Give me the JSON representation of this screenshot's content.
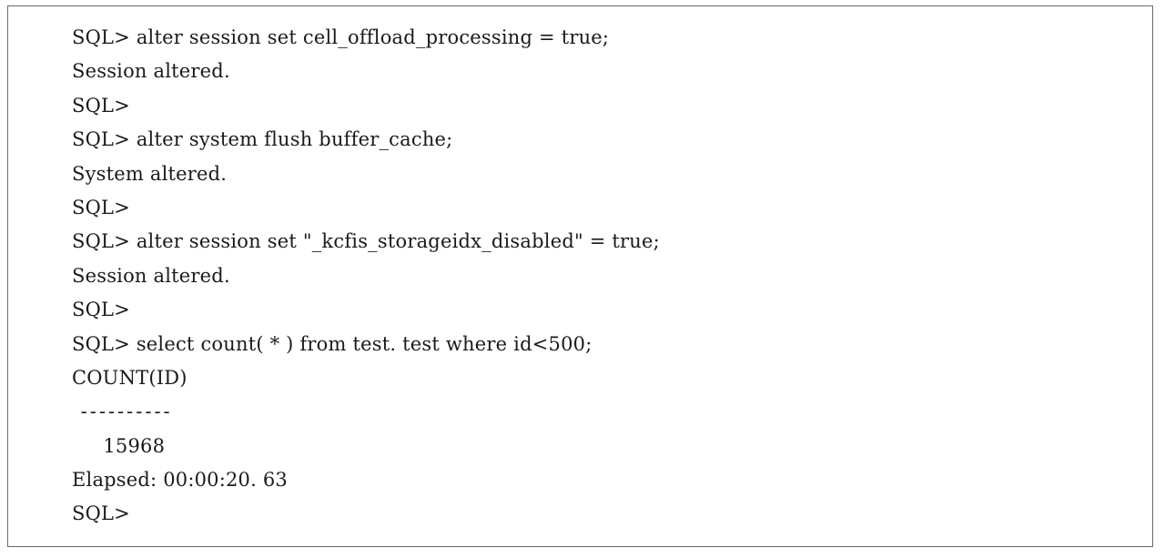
{
  "lines": [
    "SQL> alter session set cell_offload_processing = true;",
    "Session altered.",
    "SQL>",
    "SQL> alter system flush buffer_cache;",
    "System altered.",
    "SQL>",
    "SQL> alter session set \"_kcfis_storageidx_disabled\" = true;",
    "Session altered.",
    "SQL>",
    "SQL> select count( * ) from test. test where id<500;",
    "COUNT(ID)",
    " ----------",
    "     15968",
    "Elapsed: 00:00:20. 63",
    "SQL>"
  ]
}
